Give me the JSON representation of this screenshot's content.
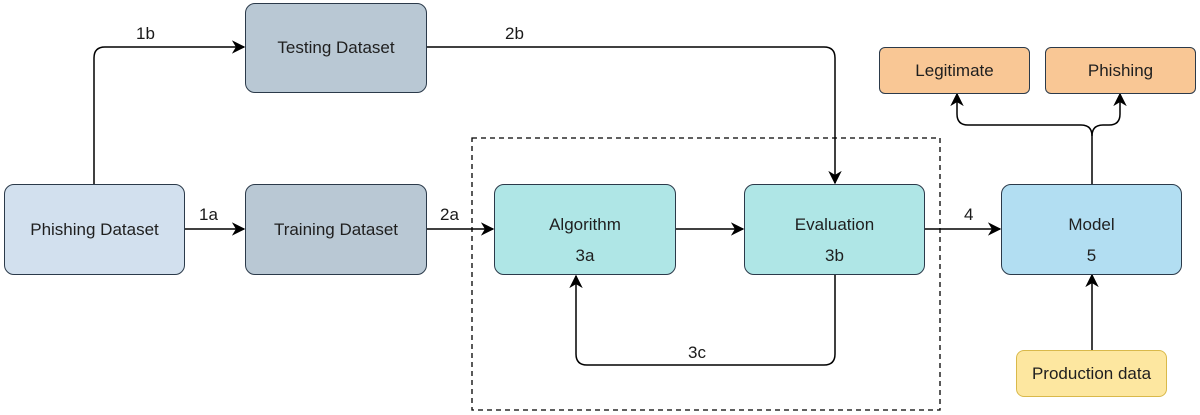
{
  "nodes": {
    "phishing_dataset": {
      "label": "Phishing Dataset",
      "color": "#d2e0ee"
    },
    "testing_dataset": {
      "label": "Testing Dataset",
      "color": "#b9c8d4"
    },
    "training_dataset": {
      "label": "Training Dataset",
      "color": "#b9c8d4"
    },
    "algorithm": {
      "label": "Algorithm",
      "step": "3a",
      "color": "#afe6e6"
    },
    "evaluation": {
      "label": "Evaluation",
      "step": "3b",
      "color": "#afe6e6"
    },
    "model": {
      "label": "Model",
      "step": "5",
      "color": "#b2def2"
    },
    "legitimate": {
      "label": "Legitimate",
      "color": "#f9c795"
    },
    "phishing": {
      "label": "Phishing",
      "color": "#f9c795"
    },
    "production_data": {
      "label": "Production data",
      "color": "#fde7a0"
    }
  },
  "edge_labels": {
    "e1a": "1a",
    "e1b": "1b",
    "e2a": "2a",
    "e2b": "2b",
    "e3c": "3c",
    "e4": "4"
  },
  "colors": {
    "stroke": "#000000",
    "node_border": "#2b3a4a"
  }
}
